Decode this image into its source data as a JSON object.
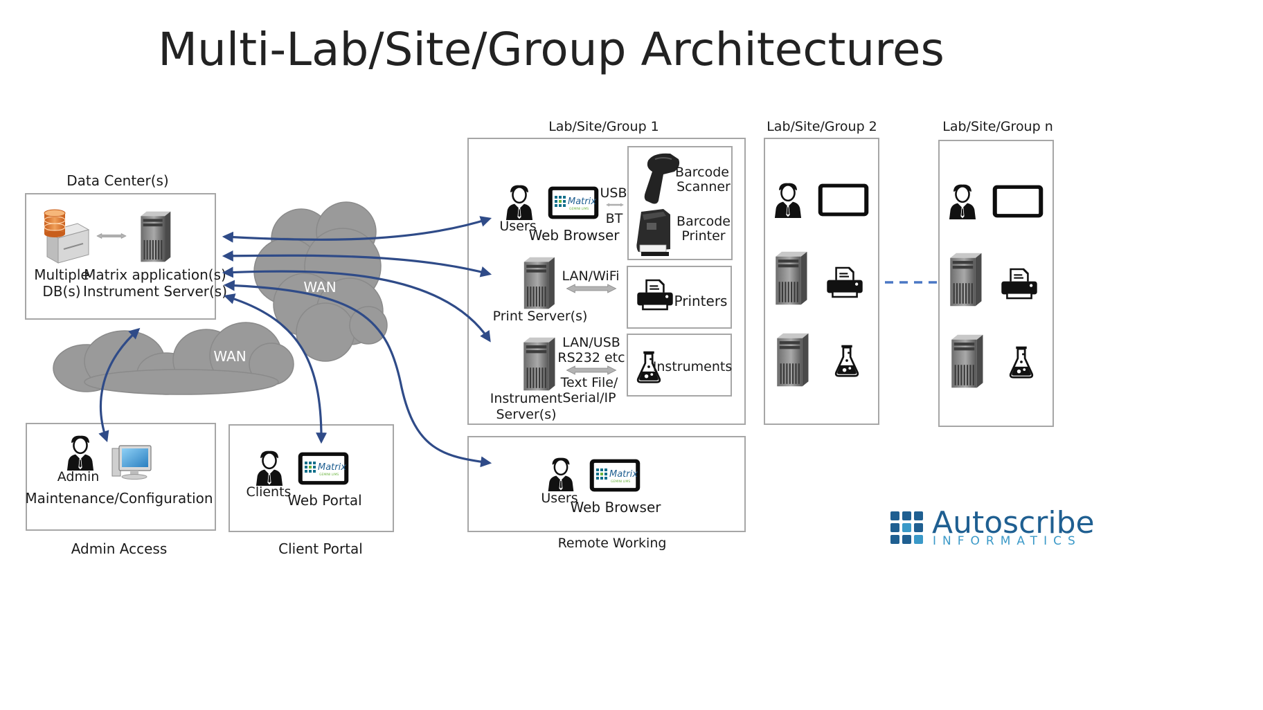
{
  "title": "Multi-Lab/Site/Group Architectures",
  "data_center": {
    "heading": "Data Center(s)",
    "db_line1": "Multiple",
    "db_line2": "DB(s)",
    "app_line1": "Matrix application(s)",
    "app_line2": "Instrument Server(s)"
  },
  "wan_label": "WAN",
  "admin": {
    "user_label": "Admin",
    "desc": "Maintenance/Configuration",
    "caption": "Admin Access"
  },
  "client_portal": {
    "user_label": "Clients",
    "device_label": "Web Portal",
    "caption": "Client Portal"
  },
  "lab1": {
    "heading": "Lab/Site/Group 1",
    "users_label": "Users",
    "browser_label": "Web Browser",
    "usb_label": "USB",
    "bt_label": "BT",
    "scanner_line1": "Barcode",
    "scanner_line2": "Scanner",
    "printer_line1": "Barcode",
    "printer_line2": "Printer",
    "lan_wifi_label": "LAN/WiFi",
    "print_server_label": "Print Server(s)",
    "printers_label": "Printers",
    "conn_line1": "LAN/USB",
    "conn_line2": "RS232 etc",
    "conn_line3": "Text File/",
    "conn_line4": "Serial/IP",
    "inst_server_line1": "Instrument",
    "inst_server_line2": "Server(s)",
    "instruments_label": "Instruments"
  },
  "lab2": {
    "heading": "Lab/Site/Group 2"
  },
  "labn": {
    "heading": "Lab/Site/Group n"
  },
  "remote": {
    "users_label": "Users",
    "browser_label": "Web Browser",
    "caption": "Remote Working"
  },
  "screen_logo": {
    "word": "Matrix",
    "sub": "GEMINI LIMS"
  },
  "logo": {
    "word": "Autoscribe",
    "sub": "INFORMATICS"
  },
  "colors": {
    "link": "#2f4b88",
    "cloud": "#9a9a9a",
    "box_border": "#a6a6a6",
    "logo_dark": "#1f5f91",
    "logo_light": "#3a99c8",
    "db_orange": "#e0762a"
  },
  "icons": [
    "user-icon",
    "tablet-icon",
    "server-icon",
    "database-icon",
    "printer-icon",
    "flask-icon",
    "barcode-scanner-icon",
    "barcode-printer-icon",
    "monitor-icon",
    "cloud-icon",
    "logo-icon"
  ]
}
